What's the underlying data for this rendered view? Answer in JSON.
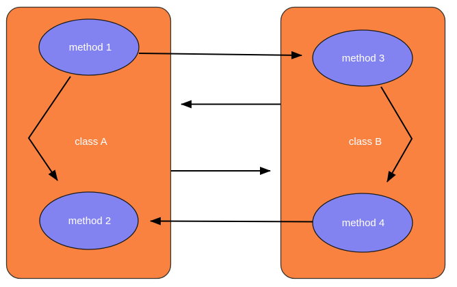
{
  "diagram": {
    "classes": [
      {
        "id": "class-a",
        "label": "class A"
      },
      {
        "id": "class-b",
        "label": "class B"
      }
    ],
    "methods": [
      {
        "id": "method-1",
        "label": "method 1",
        "class": "class A"
      },
      {
        "id": "method-2",
        "label": "method 2",
        "class": "class A"
      },
      {
        "id": "method-3",
        "label": "method 3",
        "class": "class B"
      },
      {
        "id": "method-4",
        "label": "method 4",
        "class": "class B"
      }
    ],
    "edges": [
      {
        "from": "method 1",
        "to": "method 3",
        "style": "arrow"
      },
      {
        "from": "method 1",
        "to": "method 2",
        "style": "arrow"
      },
      {
        "from": "method 3",
        "to": "method 4",
        "style": "arrow"
      },
      {
        "from": "method 4",
        "to": "method 2",
        "style": "arrow"
      },
      {
        "from": "class B",
        "to": "class A",
        "style": "arrow"
      },
      {
        "from": "class A",
        "to": "class B",
        "style": "arrow"
      }
    ],
    "colors": {
      "class_fill": "#FA8241",
      "method_fill": "#8283F0",
      "outline": "#000000",
      "arrow": "#000000",
      "label_text": "#FFFFFF",
      "background": "#FFFFFF"
    }
  }
}
